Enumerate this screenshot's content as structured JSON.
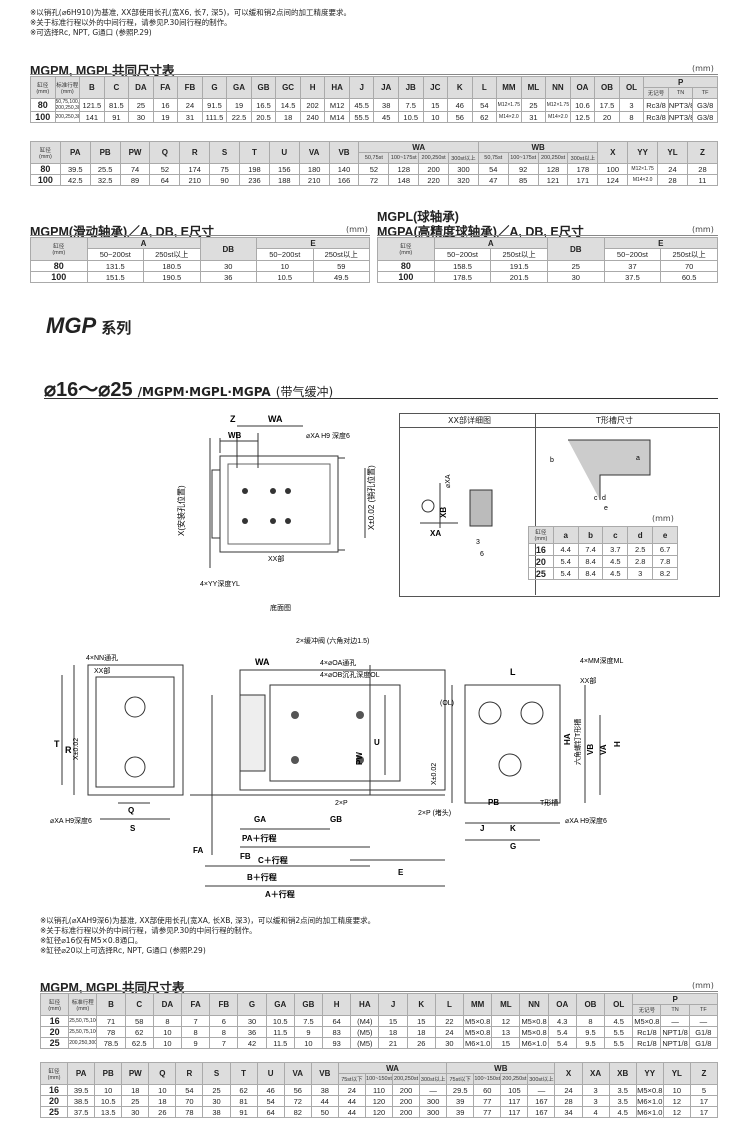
{
  "top_notes": [
    "※以销孔(⌀6H910)为基准, XX部使用长孔(宽X6, 长7, 深5)，可以缓和销2点间的加工精度要求。",
    "※关于标准行程以外的中间行程，请参见P.30间行程的制作。",
    "※可选择Rc, NPT, G通口 (参照P.29)"
  ],
  "t80": {
    "title": "MGPM, MGPL共同尺寸表",
    "unit": "(mm)",
    "h1": [
      "缸径\n(mm)",
      "标准行程\n(mm)",
      "B",
      "C",
      "DA",
      "FA",
      "FB",
      "G",
      "GA",
      "GB",
      "GC",
      "H",
      "HA",
      "J",
      "JA",
      "JB",
      "JC",
      "K",
      "L",
      "MM",
      "ML",
      "NN",
      "OA",
      "OB",
      "OL",
      "P"
    ],
    "p_sub": [
      "无记号",
      "TN",
      "TF"
    ],
    "rows": [
      [
        "80",
        "50,75,100,125,150,175\n200,250,300,350,400",
        "121.5",
        "81.5",
        "25",
        "16",
        "24",
        "91.5",
        "19",
        "16.5",
        "14.5",
        "202",
        "M12",
        "45.5",
        "38",
        "7.5",
        "15",
        "46",
        "54",
        "M12×1.75",
        "25",
        "M12×1.75",
        "10.6",
        "17.5",
        "3",
        "Rc3/8",
        "NPT3/8",
        "G3/8"
      ],
      [
        "100",
        "200,250,300,350,400",
        "141",
        "91",
        "30",
        "19",
        "31",
        "111.5",
        "22.5",
        "20.5",
        "18",
        "240",
        "M14",
        "55.5",
        "45",
        "10.5",
        "10",
        "56",
        "62",
        "M14×2.0",
        "31",
        "M14×2.0",
        "12.5",
        "20",
        "8",
        "Rc3/8",
        "NPT3/8",
        "G3/8"
      ]
    ],
    "h2": [
      "缸径\n(mm)",
      "PA",
      "PB",
      "PW",
      "Q",
      "R",
      "S",
      "T",
      "U",
      "VA",
      "VB",
      "WA",
      "WB",
      "X",
      "YY",
      "YL",
      "Z"
    ],
    "wa_sub": [
      "50,75st",
      "100~175st",
      "200,250st",
      "300st以上"
    ],
    "wb_sub": [
      "50,75st",
      "100~175st",
      "200,250st",
      "300st以上"
    ],
    "rows2": [
      [
        "80",
        "39.5",
        "25.5",
        "74",
        "52",
        "174",
        "75",
        "198",
        "156",
        "180",
        "140",
        "52",
        "128",
        "200",
        "300",
        "54",
        "92",
        "128",
        "178",
        "100",
        "M12×1.75",
        "24",
        "28"
      ],
      [
        "100",
        "42.5",
        "32.5",
        "89",
        "64",
        "210",
        "90",
        "236",
        "188",
        "210",
        "166",
        "72",
        "148",
        "220",
        "320",
        "47",
        "85",
        "121",
        "171",
        "124",
        "M14×2.0",
        "28",
        "11"
      ]
    ]
  },
  "mgpm": {
    "title": "MGPM(滑动轴承)／A, DB, E尺寸",
    "unit": "(mm)",
    "h": [
      "缸径\n(mm)",
      "A",
      "DB",
      "E"
    ],
    "sub": [
      "50~200st",
      "250st以上",
      "50~200st",
      "250st以上"
    ],
    "rows": [
      [
        "80",
        "131.5",
        "180.5",
        "30",
        "10",
        "59"
      ],
      [
        "100",
        "151.5",
        "190.5",
        "36",
        "10.5",
        "49.5"
      ]
    ]
  },
  "mgpl": {
    "title1": "MGPL(球轴承)",
    "title2": "MGPA(高精度球轴承)／A, DB, E尺寸",
    "unit": "(mm)",
    "h": [
      "缸径\n(mm)",
      "A",
      "DB",
      "E"
    ],
    "sub": [
      "50~200st",
      "250st以上",
      "50~200st",
      "250st以上"
    ],
    "rows": [
      [
        "80",
        "158.5",
        "191.5",
        "25",
        "37",
        "70"
      ],
      [
        "100",
        "178.5",
        "201.5",
        "30",
        "37.5",
        "60.5"
      ]
    ]
  },
  "series_title": "MGP",
  "series_suffix": "系列",
  "model_title": "⌀16～⌀25",
  "model_sub": "/MGPM·MGPL·MGPA",
  "model_paren": "(带气缓冲)",
  "xx_title": "XX部详细图",
  "t_title": "T形槽尺寸",
  "bottom_view_label": "底面图",
  "t_slot": {
    "unit": "(mm)",
    "h": [
      "缸径\n(mm)",
      "a",
      "b",
      "c",
      "d",
      "e"
    ],
    "rows": [
      [
        "16",
        "4.4",
        "7.4",
        "3.7",
        "2.5",
        "6.7"
      ],
      [
        "20",
        "5.4",
        "8.4",
        "4.5",
        "2.8",
        "7.8"
      ],
      [
        "25",
        "5.4",
        "8.4",
        "4.5",
        "3",
        "8.2"
      ]
    ]
  },
  "labels": {
    "z": "Z",
    "wa": "WA",
    "wb": "WB",
    "xa_depth": "⌀XA H9 深度6",
    "x_mount": "X(安装孔位置)",
    "x_pin": "X±0.02\n(销孔位置)",
    "xx": "XX部",
    "yy": "4×YY深度YL",
    "cushion": "2×缓冲阀\n(六角对边1.5)",
    "nn": "4×NN通孔",
    "xx2": "XX部",
    "oa": "4×⌀OA通孔",
    "ob": "4×⌀OB沉孔深度OL",
    "mm": "4×MM深度ML",
    "xx3": "XX部",
    "t": "T",
    "r": "R",
    "x002": "X±0.02",
    "q": "Q",
    "s": "S",
    "xa6": "⌀XA H9深度6",
    "l": "L",
    "u": "U",
    "pw": "PW",
    "ga": "GA",
    "gb": "GB",
    "pa": "PA＋行程",
    "fa": "FA",
    "fb": "FB",
    "c": "C＋行程",
    "b": "B＋行程",
    "a": "A＋行程",
    "e": "E",
    "p2": "2×P",
    "p2b": "2×P\n(堵头)",
    "ol": "(OL)",
    "hex": "六角螺钉T形槽",
    "j": "J",
    "k": "K",
    "g": "G",
    "pb": "PB",
    "tslot": "T形槽",
    "ha": "HA",
    "vb": "VB",
    "va": "VA",
    "h": "H"
  },
  "mid_notes": [
    "※以销孔(⌀XAH9深6)为基准, XX部使用长孔(宽XA, 长XB, 深3)，可以缓和销2点间的加工精度要求。",
    "※关于标准行程以外的中间行程，请参见P.30的中间行程的制作。",
    "※缸径⌀16仅有M5×0.8通口。",
    "※缸径⌀20以上可选择Rc, NPT, G通口 (参照P.29)"
  ],
  "t16": {
    "title": "MGPM, MGPL共同尺寸表",
    "unit": "(mm)",
    "h1": [
      "缸径\n(mm)",
      "标准行程\n(mm)",
      "B",
      "C",
      "DA",
      "FA",
      "FB",
      "G",
      "GA",
      "GB",
      "H",
      "HA",
      "J",
      "K",
      "L",
      "MM",
      "ML",
      "NN",
      "OA",
      "OB",
      "OL",
      "P"
    ],
    "p_sub": [
      "无记号",
      "TN",
      "TF"
    ],
    "rows": [
      [
        "16",
        "25,50,75,100,125,150,175,200,250",
        "71",
        "58",
        "8",
        "7",
        "6",
        "30",
        "10.5",
        "7.5",
        "64",
        "(M4)",
        "15",
        "15",
        "22",
        "M5×0.8",
        "12",
        "M5×0.8",
        "4.3",
        "8",
        "4.5",
        "M5×0.8",
        "—",
        "—"
      ],
      [
        "20",
        "25,50,75,100,125,150,175",
        "78",
        "62",
        "10",
        "8",
        "8",
        "36",
        "11.5",
        "9",
        "83",
        "(M5)",
        "18",
        "18",
        "24",
        "M5×0.8",
        "13",
        "M5×0.8",
        "5.4",
        "9.5",
        "5.5",
        "Rc1/8",
        "NPT1/8",
        "G1/8"
      ],
      [
        "25",
        "200,250,300,350,400",
        "78.5",
        "62.5",
        "10",
        "9",
        "7",
        "42",
        "11.5",
        "10",
        "93",
        "(M5)",
        "21",
        "26",
        "30",
        "M6×1.0",
        "15",
        "M6×1.0",
        "5.4",
        "9.5",
        "5.5",
        "Rc1/8",
        "NPT1/8",
        "G1/8"
      ]
    ],
    "h2": [
      "缸径\n(mm)",
      "PA",
      "PB",
      "PW",
      "Q",
      "R",
      "S",
      "T",
      "U",
      "VA",
      "VB",
      "WA",
      "WB",
      "X",
      "XA",
      "XB",
      "YY",
      "YL",
      "Z"
    ],
    "wa_sub": [
      "75st以下",
      "100~150st",
      "200,250st",
      "300st以上"
    ],
    "wb_sub": [
      "75st以下",
      "100~150st",
      "200,250st",
      "300st以上"
    ],
    "rows2": [
      [
        "16",
        "39.5",
        "10",
        "18",
        "10",
        "54",
        "25",
        "62",
        "46",
        "56",
        "38",
        "24",
        "110",
        "200",
        "—",
        "29.5",
        "60",
        "105",
        "—",
        "24",
        "3",
        "3.5",
        "M5×0.8",
        "10",
        "5"
      ],
      [
        "20",
        "38.5",
        "10.5",
        "25",
        "18",
        "70",
        "30",
        "81",
        "54",
        "72",
        "44",
        "44",
        "120",
        "200",
        "300",
        "39",
        "77",
        "117",
        "167",
        "28",
        "3",
        "3.5",
        "M6×1.0",
        "12",
        "17"
      ],
      [
        "25",
        "37.5",
        "13.5",
        "30",
        "26",
        "78",
        "38",
        "91",
        "64",
        "82",
        "50",
        "44",
        "120",
        "200",
        "300",
        "39",
        "77",
        "117",
        "167",
        "34",
        "4",
        "4.5",
        "M6×1.0",
        "12",
        "17"
      ]
    ]
  }
}
